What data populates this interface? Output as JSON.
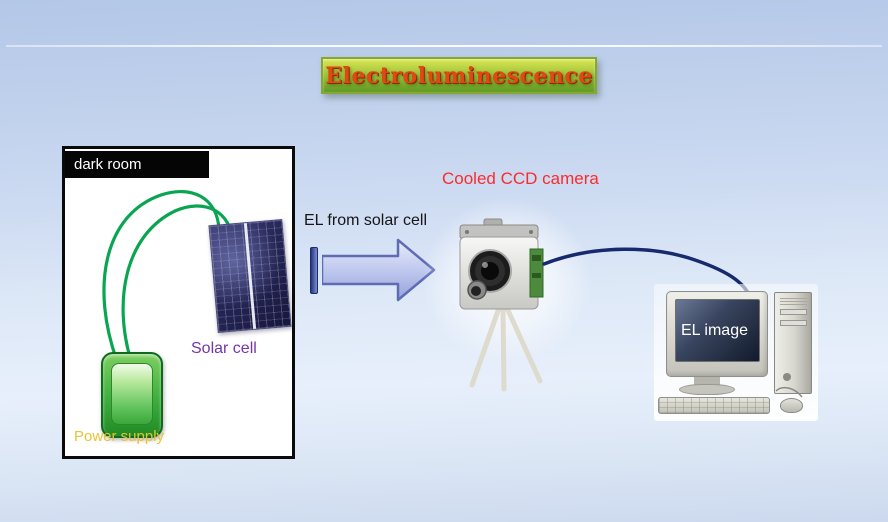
{
  "slide": {
    "title": "Electroluminescence"
  },
  "dark_room": {
    "label": "dark room"
  },
  "solar_cell": {
    "label": "Solar cell"
  },
  "power_supply": {
    "label": "Power supply"
  },
  "beam": {
    "label": "EL from solar cell"
  },
  "camera": {
    "label": "Cooled CCD camera"
  },
  "computer": {
    "screen_label": "EL image"
  },
  "colors": {
    "background_blue": "#C3D3ED",
    "title_text": "#E0490F",
    "title_bg_top": "#DBE752",
    "title_bg_bottom": "#5E9A22",
    "title_border": "#86A832",
    "dark_room_border": "#0A0A0A",
    "dark_room_banner_bg": "#050505",
    "dark_room_banner_text": "#FFFFFF",
    "wire_green": "#0AA550",
    "solar_cell_blue": "#262656",
    "solar_cell_label": "#7535A8",
    "power_supply_green": "#3FAE3F",
    "power_supply_label": "#E7C335",
    "beam_text": "#161616",
    "arrow_fill": "#B9C2EA",
    "arrow_border": "#5F6CB4",
    "emission_bar": "#25357F",
    "camera_label": "#FB2B2B",
    "cable_navy": "#182A6E",
    "screen_text": "#FFFFFF"
  }
}
